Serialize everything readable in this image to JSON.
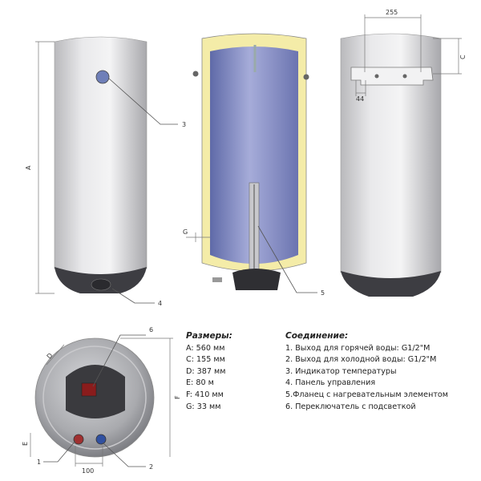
{
  "dimension_labels": {
    "A": "A",
    "C": "C",
    "D": "D",
    "E": "E",
    "F": "F",
    "G": "G",
    "w255": "255",
    "w44": "44",
    "w100": "100"
  },
  "callouts": [
    "1",
    "2",
    "3",
    "4",
    "5",
    "6"
  ],
  "specs": {
    "title": "Размеры:",
    "rows": [
      "A: 560 мм",
      "C: 155 мм",
      "D: 387 мм",
      "E: 80 м",
      "F: 410 мм",
      "G: 33 мм"
    ]
  },
  "connections": {
    "title": "Соединение:",
    "items": [
      "1. Выход для горячей воды: G1/2\"M",
      "2. Выход для холодной воды: G1/2\"M",
      "3. Индикатор температуры",
      "4. Панель управления",
      "5.Фланец с нагревательным элементом",
      "6. Переключатель с подсветкой"
    ]
  },
  "colors": {
    "body_silver": "#d9d9dc",
    "tank_blue": "#8b93c8",
    "insulation_yellow": "#f3e9a6",
    "panel_dark": "#3a3a3e"
  }
}
